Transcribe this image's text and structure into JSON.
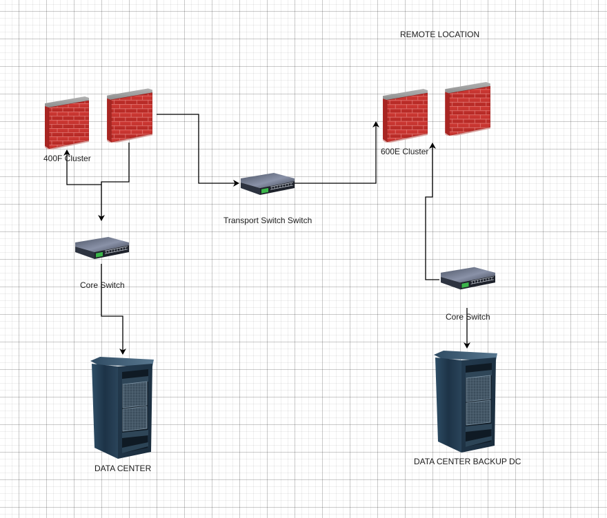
{
  "diagram": {
    "title": "Network Topology",
    "colors": {
      "connector": "#000000",
      "brick": "#c6342f",
      "brick_dark": "#9e2220",
      "cap": "#9a9a9a",
      "equipment": "#2b3f52"
    },
    "labels": {
      "remote_location": "REMOTE LOCATION",
      "cluster_400f": "400F Cluster",
      "cluster_600e": "600E Cluster",
      "transport_switch": "Transport Switch Switch",
      "core_switch_main": "Core Switch",
      "core_switch_remote": "Core Switch",
      "data_center": "DATA CENTER",
      "data_center_backup": "DATA CENTER BACKUP DC"
    },
    "nodes": [
      {
        "id": "fw-400f-a",
        "type": "firewall",
        "icon": "firewall-icon",
        "group": "400F Cluster"
      },
      {
        "id": "fw-400f-b",
        "type": "firewall",
        "icon": "firewall-icon",
        "group": "400F Cluster"
      },
      {
        "id": "fw-600e-a",
        "type": "firewall",
        "icon": "firewall-icon",
        "group": "600E Cluster"
      },
      {
        "id": "fw-600e-b",
        "type": "firewall",
        "icon": "firewall-icon",
        "group": "600E Cluster"
      },
      {
        "id": "sw-transport",
        "type": "switch",
        "icon": "network-switch-icon",
        "label": "Transport Switch Switch"
      },
      {
        "id": "sw-core-main",
        "type": "switch",
        "icon": "network-switch-icon",
        "label": "Core Switch"
      },
      {
        "id": "sw-core-remote",
        "type": "switch",
        "icon": "network-switch-icon",
        "label": "Core Switch"
      },
      {
        "id": "rack-dc",
        "type": "server-rack",
        "icon": "server-rack-icon",
        "label": "DATA CENTER"
      },
      {
        "id": "rack-dc-backup",
        "type": "server-rack",
        "icon": "server-rack-icon",
        "label": "DATA CENTER BACKUP DC"
      }
    ],
    "edges": [
      {
        "from": "fw-400f-b",
        "to": "sw-transport",
        "arrow": "end"
      },
      {
        "from": "sw-transport",
        "to": "fw-600e-a",
        "arrow": "end"
      },
      {
        "from": "fw-400f-b",
        "to": "sw-core-main",
        "arrow": "end"
      },
      {
        "from": "fw-400f-b",
        "to": "fw-400f-a",
        "arrow": "end"
      },
      {
        "from": "sw-core-main",
        "to": "rack-dc",
        "arrow": "end"
      },
      {
        "from": "sw-core-remote",
        "to": "fw-600e-b",
        "arrow": "end"
      },
      {
        "from": "sw-core-remote",
        "to": "rack-dc-backup",
        "arrow": "end"
      }
    ]
  }
}
